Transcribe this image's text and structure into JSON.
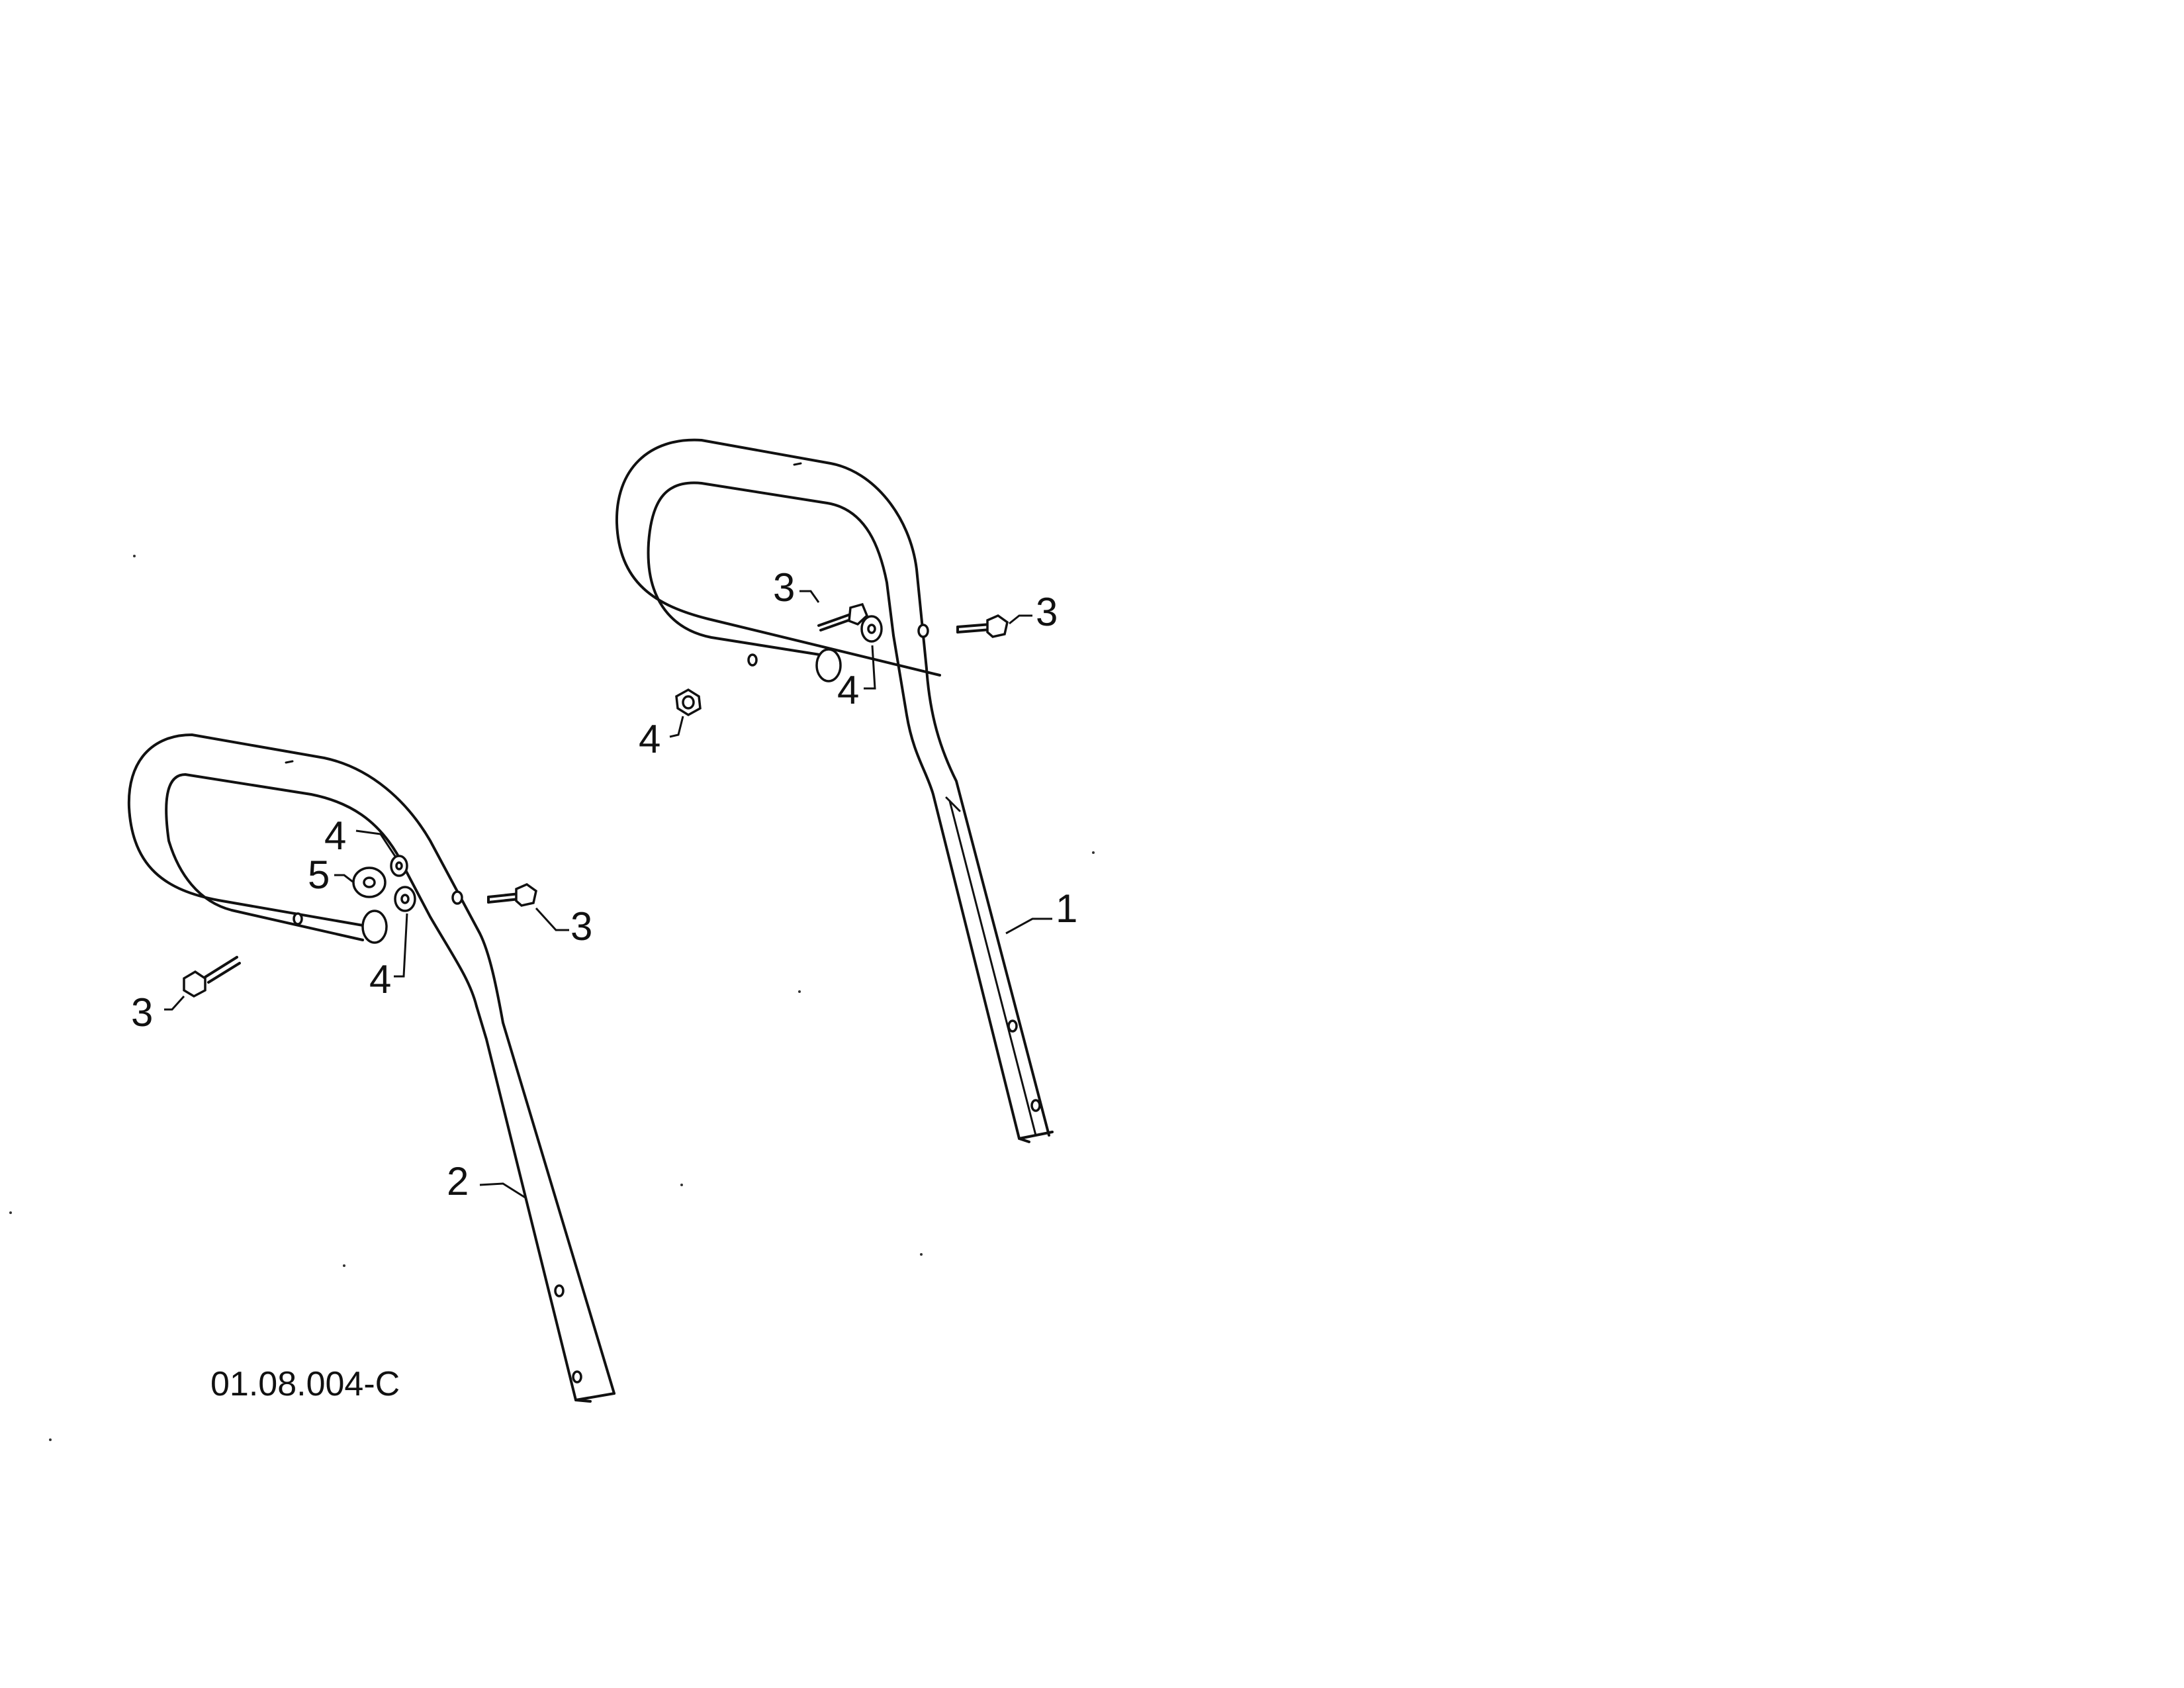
{
  "diagram": {
    "drawing_number": "01.08.004-C",
    "parts": [
      {
        "callout": "1"
      },
      {
        "callout": "2"
      },
      {
        "callout": "3"
      },
      {
        "callout": "4"
      },
      {
        "callout": "5"
      }
    ]
  }
}
